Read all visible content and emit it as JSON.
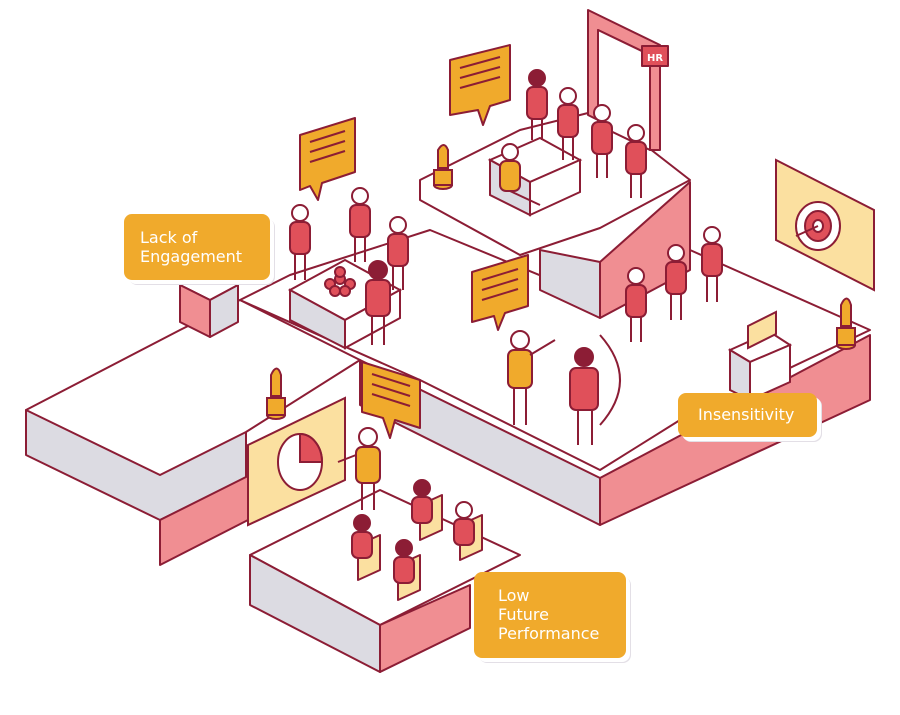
{
  "colors": {
    "outline": "#8c1d35",
    "red": "#e0505a",
    "pink": "#f08e92",
    "side_grey": "#dcdbe2",
    "top_white": "#ffffff",
    "mustard": "#f0aa2c",
    "cream": "#fbe0a0",
    "skin": "#ffffff"
  },
  "door_sign": "HR",
  "labels": {
    "engagement": {
      "line1": "Lack of",
      "line2": "Engagement"
    },
    "insensitivity": {
      "line1": "Insensitivity"
    },
    "performance": {
      "line1": "Low",
      "line2": "Future",
      "line3": "Performance"
    }
  },
  "icons": [
    "speech-bubble-icon",
    "target-icon",
    "pie-chart-icon",
    "thumbs-up-icon",
    "monitor-icon",
    "door-icon"
  ]
}
